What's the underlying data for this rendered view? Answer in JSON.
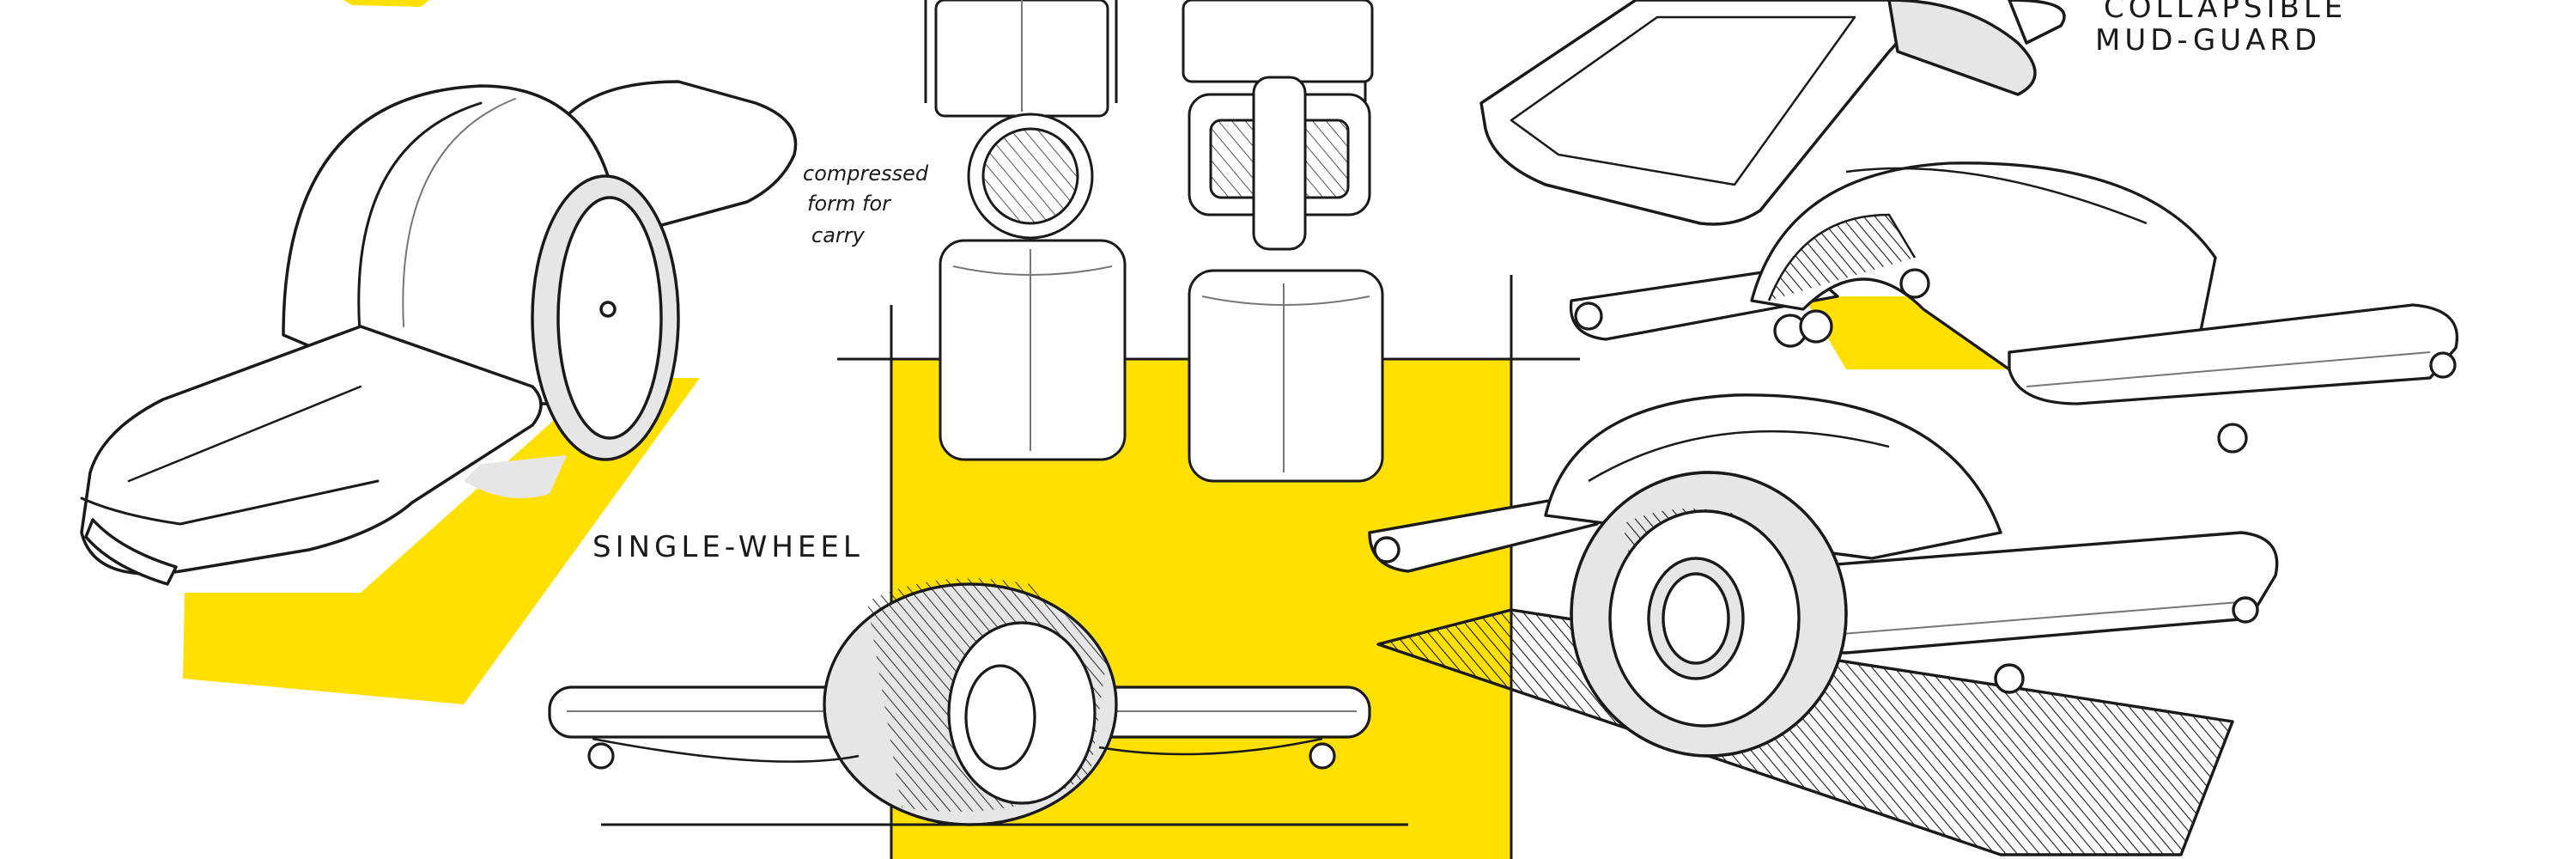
{
  "labels": {
    "single_wheel": "SINGLE-WHEEL",
    "mudguard_line1": "COLLAPSIBLE",
    "mudguard_line2": "MUD-GUARD",
    "carry_line1": "compressed",
    "carry_line2": "form for",
    "carry_line3": "carry"
  },
  "colors": {
    "accent_yellow": "#FFE000",
    "ink": "#1a1a1a",
    "shade_gray": "#e6e6e6",
    "line_gray": "#777777",
    "paper": "#ffffff"
  },
  "icons": {
    "wheel": "circle-wheel",
    "fender": "arc-fender",
    "footpad": "rounded-board"
  }
}
